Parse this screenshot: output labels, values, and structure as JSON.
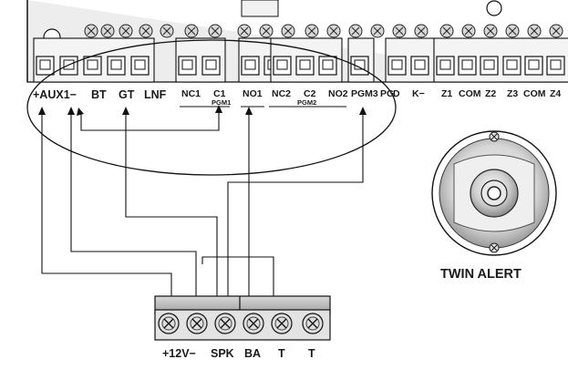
{
  "panel_terminals_left": [
    "+AUX1−",
    "BT",
    "GT",
    "LNF",
    "NC1",
    "C1",
    "NO1",
    "NC2",
    "C2",
    "NO2",
    "PGM3",
    "PG"
  ],
  "pgm1_label": "PGM1",
  "pgm2_label": "PGM2",
  "panel_terminals_right": [
    "K−",
    "Z1",
    "COM",
    "Z2",
    "Z3",
    "COM",
    "Z4"
  ],
  "k_plus_partial": "D",
  "siren_terminals": [
    "+12V−",
    "SPK",
    "BA",
    "T",
    "T"
  ],
  "device_name": "TWIN ALERT"
}
